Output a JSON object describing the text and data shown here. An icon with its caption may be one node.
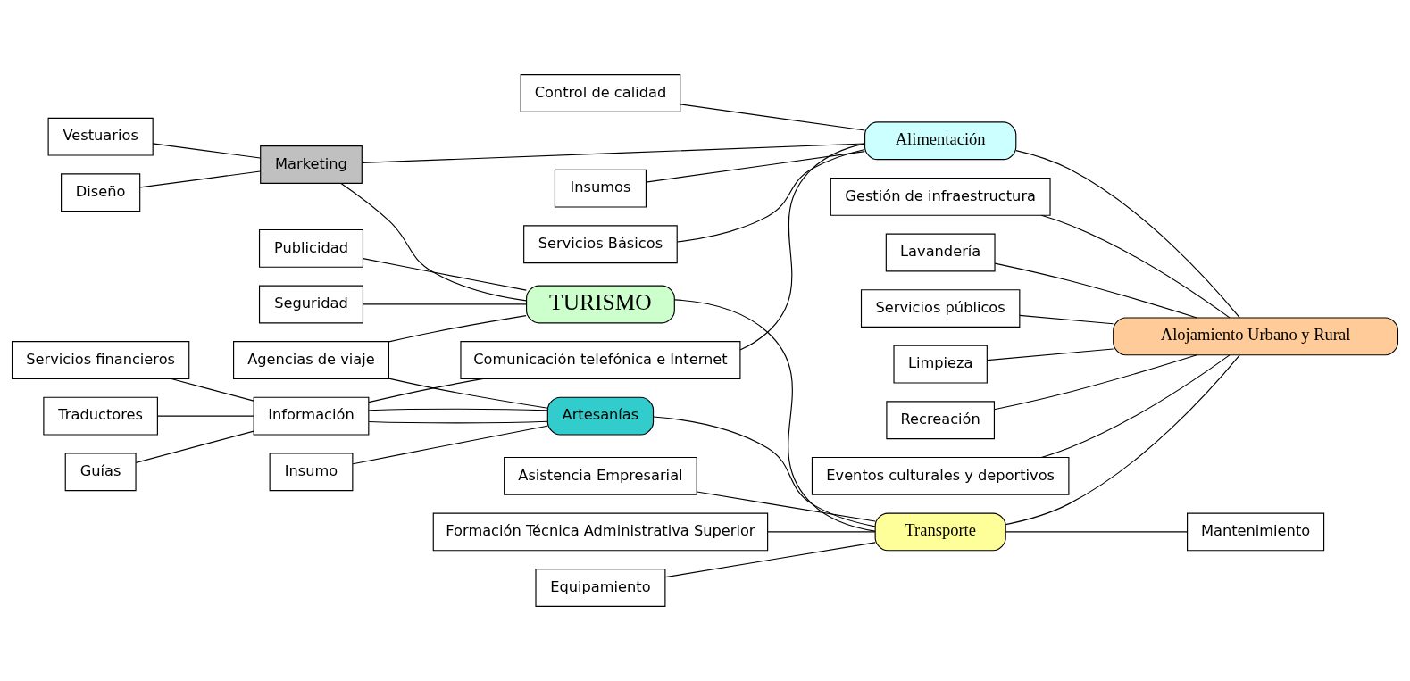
{
  "diagram": {
    "nodes": [
      {
        "text": [
          "Vestuarios"
        ]
      },
      {
        "text": [
          "Servicios financieros"
        ]
      },
      {
        "text": [
          "Control de calidad"
        ]
      },
      {
        "text": [
          "Marketing"
        ]
      },
      {
        "text": [
          "Alimentación"
        ]
      },
      {
        "text": [
          "Diseño"
        ]
      },
      {
        "text": [
          "Traductores"
        ]
      },
      {
        "text": [
          "Guías"
        ]
      },
      {
        "text": [
          "Insumos"
        ]
      },
      {
        "text": [
          "Publicidad"
        ]
      },
      {
        "text": [
          "TURISMO"
        ]
      },
      {
        "text": [
          "Servicios Básicos"
        ]
      },
      {
        "text": [
          "Información"
        ]
      },
      {
        "text": [
          "Comunicación telefónica e Internet"
        ]
      },
      {
        "text": [
          "Gestión de infraestructura"
        ]
      },
      {
        "text": [
          "Agencias de viaje"
        ]
      },
      {
        "text": [
          "Seguridad"
        ]
      },
      {
        "text": [
          "Artesanías"
        ]
      },
      {
        "text": [
          "Lavandería"
        ]
      },
      {
        "text": [
          "Servicios públicos"
        ]
      },
      {
        "text": [
          "Asistencia Empresarial"
        ]
      },
      {
        "text": [
          "Limpieza"
        ]
      },
      {
        "text": [
          "Insumo"
        ]
      },
      {
        "text": [
          "Recreación"
        ]
      },
      {
        "text": [
          "Transporte"
        ]
      },
      {
        "text": [
          "Alojamiento Urbano y Rural"
        ]
      },
      {
        "text": [
          "Formación Técnica Administrativa Superior"
        ]
      },
      {
        "text": [
          "Equipamiento"
        ]
      },
      {
        "text": [
          "Mantenimiento"
        ]
      },
      {
        "text": [
          "Eventos culturales y deportivos"
        ]
      }
    ],
    "edges": [
      {
        "from": 3,
        "to": 4,
        "arrow": "none"
      },
      {
        "from": 0,
        "to": 3,
        "arrow": "none"
      },
      {
        "from": 1,
        "to": 12,
        "arrow": "none"
      },
      {
        "from": 2,
        "to": 4,
        "arrow": "none"
      },
      {
        "from": 3,
        "to": 10,
        "arrow": "none"
      },
      {
        "from": 5,
        "to": 3,
        "arrow": "none"
      },
      {
        "from": 9,
        "to": 10,
        "arrow": "none"
      },
      {
        "from": 6,
        "to": 12,
        "arrow": "none"
      },
      {
        "from": 7,
        "to": 12,
        "arrow": "none"
      },
      {
        "from": 8,
        "to": 4,
        "arrow": "none"
      },
      {
        "from": 4,
        "to": 25,
        "arrow": "none"
      },
      {
        "from": 11,
        "to": 4,
        "arrow": "none"
      },
      {
        "from": 13,
        "to": 4,
        "arrow": "none"
      },
      {
        "from": 12,
        "to": 13,
        "arrow": "none"
      },
      {
        "from": 14,
        "to": 25,
        "arrow": "none"
      },
      {
        "from": 18,
        "to": 25,
        "arrow": "none"
      },
      {
        "from": 19,
        "to": 25,
        "arrow": "none"
      },
      {
        "from": 21,
        "to": 25,
        "arrow": "none"
      },
      {
        "from": 10,
        "to": 24,
        "arrow": "none"
      },
      {
        "from": 15,
        "to": 10,
        "arrow": "none"
      },
      {
        "from": 15,
        "to": 17,
        "arrow": "none"
      },
      {
        "from": 16,
        "to": 10,
        "arrow": "none"
      },
      {
        "from": 20,
        "to": 24,
        "arrow": "none"
      },
      {
        "from": 12,
        "to": 17,
        "arrow": "none"
      },
      {
        "from": 12,
        "to": 17,
        "arrow": "none"
      },
      {
        "from": 22,
        "to": 17,
        "arrow": "none"
      },
      {
        "from": 17,
        "to": 24,
        "arrow": "none"
      },
      {
        "from": 24,
        "to": 25,
        "arrow": "none"
      },
      {
        "from": 23,
        "to": 25,
        "arrow": "none"
      },
      {
        "from": 26,
        "to": 24,
        "arrow": "none"
      },
      {
        "from": 27,
        "to": 24,
        "arrow": "none"
      },
      {
        "from": 29,
        "to": 25,
        "arrow": "none"
      },
      {
        "from": 24,
        "to": 28,
        "arrow": "none"
      }
    ]
  }
}
